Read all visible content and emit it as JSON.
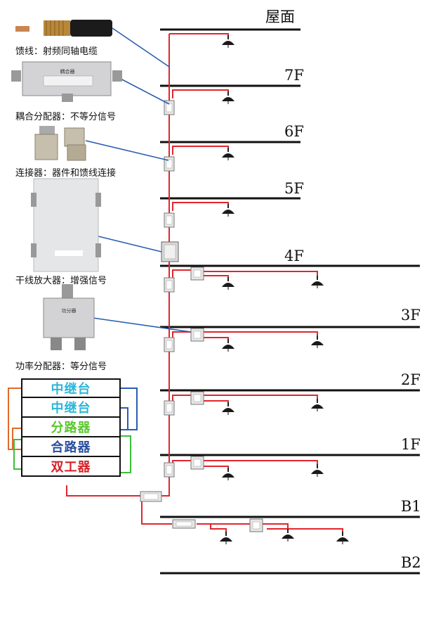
{
  "floors": [
    {
      "id": "roof",
      "label": "屋面"
    },
    {
      "id": "7f",
      "label": "7F"
    },
    {
      "id": "6f",
      "label": "6F"
    },
    {
      "id": "5f",
      "label": "5F"
    },
    {
      "id": "4f",
      "label": "4F"
    },
    {
      "id": "3f",
      "label": "3F"
    },
    {
      "id": "2f",
      "label": "2F"
    },
    {
      "id": "1f",
      "label": "1F"
    },
    {
      "id": "b1",
      "label": "B1"
    },
    {
      "id": "b2",
      "label": "B2"
    }
  ],
  "components": [
    {
      "id": "feeder",
      "label": "馈线：射频同轴电缆",
      "icon": "coax-cable-icon"
    },
    {
      "id": "coupler",
      "label": "耦合分配器：不等分信号",
      "icon": "coupler-device-icon",
      "device_text": "耦合器"
    },
    {
      "id": "connector",
      "label": "连接器：器件和馈线连接",
      "icon": "connector-icon"
    },
    {
      "id": "amplifier",
      "label": "干线放大器：增强信号",
      "icon": "amplifier-box-icon"
    },
    {
      "id": "splitter",
      "label": "功率分配器：等分信号",
      "icon": "splitter-device-icon",
      "device_text": "功分器"
    }
  ],
  "equipment_stack": [
    {
      "id": "repeater1",
      "label": "中继台",
      "color": "#2bb6d8"
    },
    {
      "id": "repeater2",
      "label": "中继台",
      "color": "#2bb6d8"
    },
    {
      "id": "splitter",
      "label": "分路器",
      "color": "#58c82a"
    },
    {
      "id": "combiner",
      "label": "合路器",
      "color": "#2a4fa0"
    },
    {
      "id": "duplexer",
      "label": "双工器",
      "color": "#d81f26"
    }
  ],
  "colors": {
    "feeder_line": "#e0262e",
    "callout_line": "#2a5db0",
    "floor_line": "#111111",
    "stack_orange": "#e06a2a",
    "stack_blue": "#2a5db0",
    "stack_green": "#3cbf3c"
  }
}
